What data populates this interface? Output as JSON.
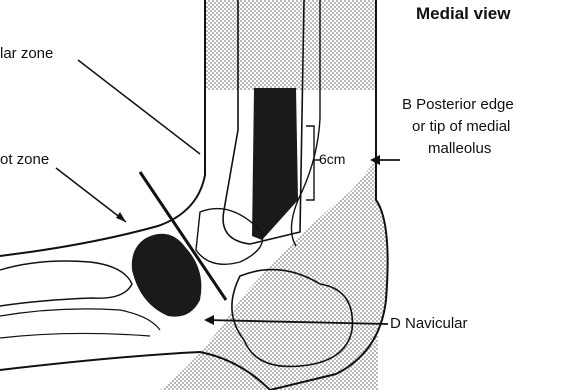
{
  "title": "Medial view",
  "labels": {
    "zone_top": "lar zone",
    "zone_mid": "ot zone",
    "measure": "6cm",
    "posterior_line1": "B Posterior edge",
    "posterior_line2": "or tip of medial",
    "posterior_line3": "malleolus",
    "navicular": "D Navicular"
  },
  "colors": {
    "ink": "#111111",
    "stipple": "#d4d4d4",
    "dark_fill": "#1a1a1a",
    "background": "#ffffff"
  }
}
